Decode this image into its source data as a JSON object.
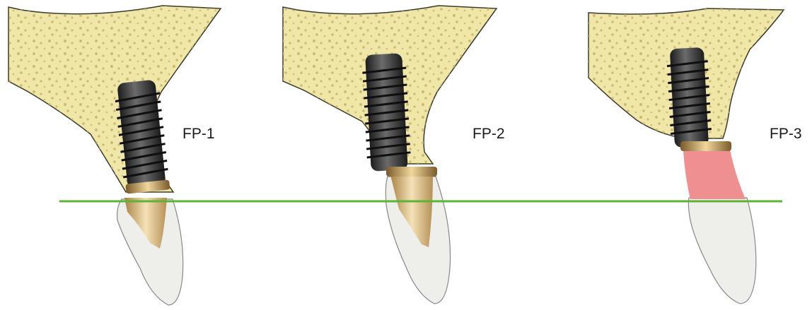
{
  "panels": [
    {
      "label": "FP-1",
      "has_pink_gingiva": false
    },
    {
      "label": "FP-2",
      "has_pink_gingiva": false
    },
    {
      "label": "FP-3",
      "has_pink_gingiva": true
    }
  ],
  "reference_line": {
    "color": "#5cb532"
  },
  "colors": {
    "bone": "#efe6a8",
    "bone_outline": "#3a3a2a",
    "bone_pores": "#c8b66e",
    "implant_dark": "#2a2a2a",
    "implant_thread": "#5a5a5a",
    "collar_gold": "#c9a25a",
    "crown": "#eeeeea",
    "crown_outline": "#777777",
    "pink_gingiva": "#ef8f92"
  }
}
